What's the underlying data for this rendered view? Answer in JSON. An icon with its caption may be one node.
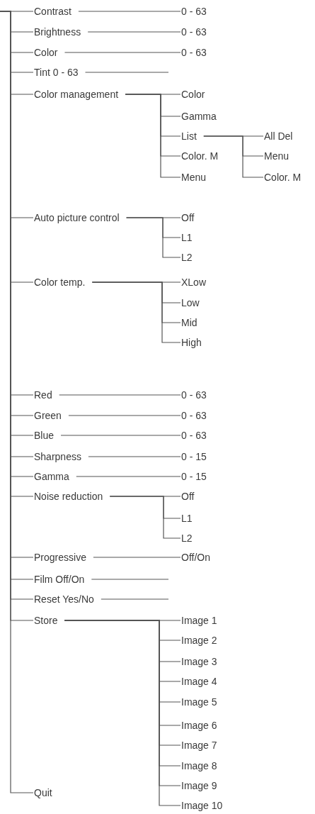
{
  "diagram": {
    "nodes": [
      {
        "text": [
          "Contrast"
        ]
      },
      {
        "text": [
          "0 - 63"
        ]
      },
      {
        "text": [
          "Brightness"
        ]
      },
      {
        "text": [
          "0 - 63"
        ]
      },
      {
        "text": [
          "Color"
        ]
      },
      {
        "text": [
          "0 - 63"
        ]
      },
      {
        "text": [
          "Tint 0 - 63"
        ]
      },
      {
        "text": [
          "Color management"
        ]
      },
      {
        "text": [
          "Color"
        ]
      },
      {
        "text": [
          "Gamma"
        ]
      },
      {
        "text": [
          "List"
        ]
      },
      {
        "text": [
          "Color. M"
        ]
      },
      {
        "text": [
          "Menu"
        ]
      },
      {
        "text": [
          "All Del"
        ]
      },
      {
        "text": [
          "Menu"
        ]
      },
      {
        "text": [
          "Color. M"
        ]
      },
      {
        "text": [
          "Auto picture control"
        ]
      },
      {
        "text": [
          "Off"
        ]
      },
      {
        "text": [
          "L1"
        ]
      },
      {
        "text": [
          "L2"
        ]
      },
      {
        "text": [
          "Color temp."
        ]
      },
      {
        "text": [
          "XLow"
        ]
      },
      {
        "text": [
          "Low"
        ]
      },
      {
        "text": [
          "Mid"
        ]
      },
      {
        "text": [
          "High"
        ]
      },
      {
        "text": [
          "Red"
        ]
      },
      {
        "text": [
          "0 - 63"
        ]
      },
      {
        "text": [
          "Green"
        ]
      },
      {
        "text": [
          "0 - 63"
        ]
      },
      {
        "text": [
          "Blue"
        ]
      },
      {
        "text": [
          "0 - 63"
        ]
      },
      {
        "text": [
          "Sharpness"
        ]
      },
      {
        "text": [
          "0 - 15"
        ]
      },
      {
        "text": [
          "Gamma"
        ]
      },
      {
        "text": [
          "0 - 15"
        ]
      },
      {
        "text": [
          "Noise reduction"
        ]
      },
      {
        "text": [
          "Off"
        ]
      },
      {
        "text": [
          "L1"
        ]
      },
      {
        "text": [
          "L2"
        ]
      },
      {
        "text": [
          "Progressive"
        ]
      },
      {
        "text": [
          "Off/On"
        ]
      },
      {
        "text": [
          "Film Off/On"
        ]
      },
      {
        "text": [
          "Reset Yes/No"
        ]
      },
      {
        "text": [
          "Store"
        ]
      },
      {
        "text": [
          "Image 1"
        ]
      },
      {
        "text": [
          "Image 2"
        ]
      },
      {
        "text": [
          "Image 3"
        ]
      },
      {
        "text": [
          "Image 4"
        ]
      },
      {
        "text": [
          "Image 5"
        ]
      },
      {
        "text": [
          "Image 6"
        ]
      },
      {
        "text": [
          "Image 7"
        ]
      },
      {
        "text": [
          "Image 8"
        ]
      },
      {
        "text": [
          "Image 9"
        ]
      },
      {
        "text": [
          "Image 10"
        ]
      },
      {
        "text": [
          "Quit"
        ]
      }
    ],
    "edges": [
      {
        "from": null,
        "to": 0,
        "arrow": "none"
      },
      {
        "from": null,
        "to": 2,
        "arrow": "none"
      },
      {
        "from": null,
        "to": 4,
        "arrow": "none"
      },
      {
        "from": null,
        "to": 6,
        "arrow": "none"
      },
      {
        "from": null,
        "to": 7,
        "arrow": "none"
      },
      {
        "from": null,
        "to": 16,
        "arrow": "none"
      },
      {
        "from": null,
        "to": 20,
        "arrow": "none"
      },
      {
        "from": null,
        "to": 25,
        "arrow": "none"
      },
      {
        "from": null,
        "to": 27,
        "arrow": "none"
      },
      {
        "from": null,
        "to": 29,
        "arrow": "none"
      },
      {
        "from": null,
        "to": 31,
        "arrow": "none"
      },
      {
        "from": null,
        "to": 33,
        "arrow": "none"
      },
      {
        "from": null,
        "to": 35,
        "arrow": "none"
      },
      {
        "from": null,
        "to": 39,
        "arrow": "none"
      },
      {
        "from": null,
        "to": 41,
        "arrow": "none"
      },
      {
        "from": null,
        "to": 42,
        "arrow": "none"
      },
      {
        "from": null,
        "to": 43,
        "arrow": "none"
      },
      {
        "from": null,
        "to": 54,
        "arrow": "none"
      },
      {
        "from": 0,
        "to": 1,
        "arrow": "none"
      },
      {
        "from": 2,
        "to": 3,
        "arrow": "none"
      },
      {
        "from": 4,
        "to": 5,
        "arrow": "none"
      },
      {
        "from": 6,
        "to": null,
        "arrow": "none"
      },
      {
        "from": 7,
        "to": 8,
        "arrow": "none"
      },
      {
        "from": 7,
        "to": 9,
        "arrow": "none"
      },
      {
        "from": 7,
        "to": 10,
        "arrow": "none"
      },
      {
        "from": 7,
        "to": 11,
        "arrow": "none"
      },
      {
        "from": 7,
        "to": 12,
        "arrow": "none"
      },
      {
        "from": 10,
        "to": 13,
        "arrow": "none"
      },
      {
        "from": 10,
        "to": 14,
        "arrow": "none"
      },
      {
        "from": 10,
        "to": 15,
        "arrow": "none"
      },
      {
        "from": 16,
        "to": 17,
        "arrow": "none"
      },
      {
        "from": 16,
        "to": 18,
        "arrow": "none"
      },
      {
        "from": 16,
        "to": 19,
        "arrow": "none"
      },
      {
        "from": 20,
        "to": 21,
        "arrow": "none"
      },
      {
        "from": 20,
        "to": 22,
        "arrow": "none"
      },
      {
        "from": 20,
        "to": 23,
        "arrow": "none"
      },
      {
        "from": 20,
        "to": 24,
        "arrow": "none"
      },
      {
        "from": 25,
        "to": 26,
        "arrow": "none"
      },
      {
        "from": 27,
        "to": 28,
        "arrow": "none"
      },
      {
        "from": 29,
        "to": 30,
        "arrow": "none"
      },
      {
        "from": 31,
        "to": 32,
        "arrow": "none"
      },
      {
        "from": 33,
        "to": 34,
        "arrow": "none"
      },
      {
        "from": 35,
        "to": 36,
        "arrow": "none"
      },
      {
        "from": 35,
        "to": 37,
        "arrow": "none"
      },
      {
        "from": 35,
        "to": 38,
        "arrow": "none"
      },
      {
        "from": 39,
        "to": 40,
        "arrow": "none"
      },
      {
        "from": 41,
        "to": null,
        "arrow": "none"
      },
      {
        "from": 42,
        "to": null,
        "arrow": "none"
      },
      {
        "from": 43,
        "to": 44,
        "arrow": "none"
      },
      {
        "from": 43,
        "to": 45,
        "arrow": "none"
      },
      {
        "from": 43,
        "to": 46,
        "arrow": "none"
      },
      {
        "from": 43,
        "to": 47,
        "arrow": "none"
      },
      {
        "from": 43,
        "to": 48,
        "arrow": "none"
      },
      {
        "from": 43,
        "to": 49,
        "arrow": "none"
      },
      {
        "from": 43,
        "to": 50,
        "arrow": "none"
      },
      {
        "from": 43,
        "to": 51,
        "arrow": "none"
      },
      {
        "from": 43,
        "to": 52,
        "arrow": "none"
      },
      {
        "from": 43,
        "to": 53,
        "arrow": "none"
      }
    ]
  }
}
